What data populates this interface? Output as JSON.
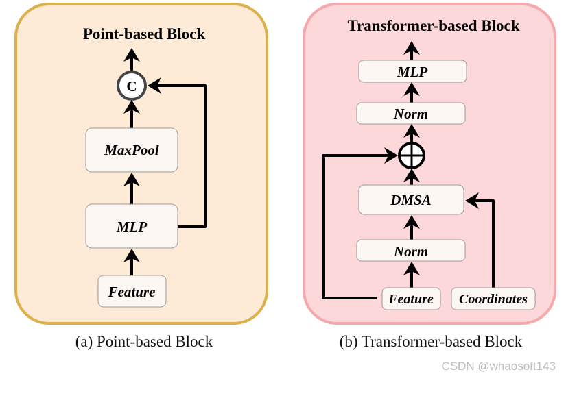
{
  "colors": {
    "panel_a_fill": "#fdebd8",
    "panel_a_border": "#dcb04a",
    "panel_b_fill": "#fdd8da",
    "panel_b_border": "#f4a9ad",
    "box_fill": "#fdf7f3",
    "arrow": "#000000"
  },
  "panel_a": {
    "title": "Point-based Block",
    "concat_symbol": "C",
    "boxes": {
      "maxpool": "MaxPool",
      "mlp": "MLP",
      "feature": "Feature"
    },
    "caption": "(a) Point-based Block"
  },
  "panel_b": {
    "title": "Transformer-based Block",
    "add_symbol": "circle-plus-icon",
    "boxes": {
      "mlp": "MLP",
      "norm_top": "Norm",
      "dmsa": "DMSA",
      "norm_bottom": "Norm",
      "feature": "Feature",
      "coordinates": "Coordinates"
    },
    "caption": "(b) Transformer-based Block"
  },
  "watermark": "CSDN @whaosoft143"
}
